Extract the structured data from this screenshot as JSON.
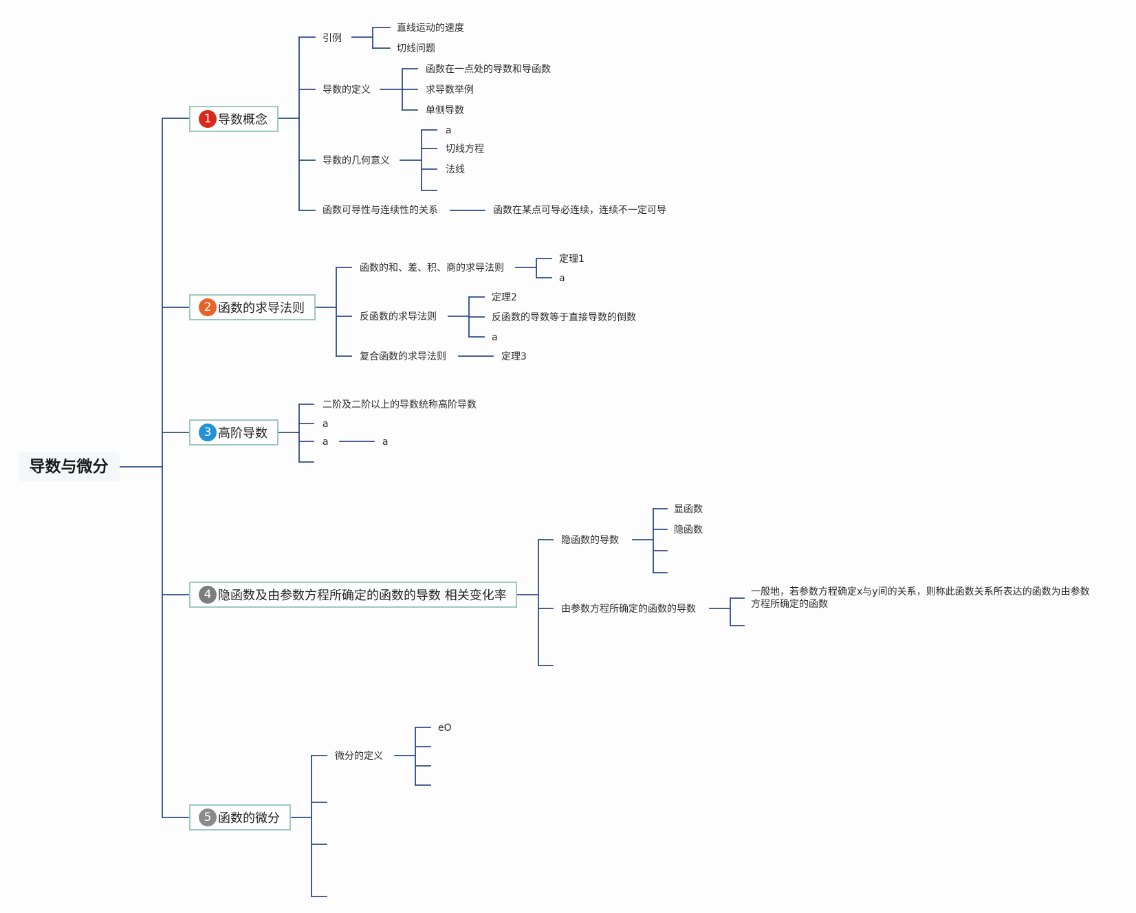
{
  "root": "导数与微分",
  "branches": [
    {
      "number": "1",
      "label": "导数概念",
      "badge_color": "#d9291c",
      "children": [
        {
          "label": "引例",
          "children": [
            "直线运动的速度",
            "切线问题"
          ]
        },
        {
          "label": "导数的定义",
          "children": [
            "函数在一点处的导数和导函数",
            "求导数举例",
            "单侧导数"
          ]
        },
        {
          "label": "导数的几何意义",
          "children": [
            "a",
            "切线方程",
            "法线"
          ]
        },
        {
          "label": "函数可导性与连续性的关系",
          "children": [
            "函数在某点可导必连续，连续不一定可导"
          ]
        }
      ]
    },
    {
      "number": "2",
      "label": "函数的求导法则",
      "badge_color": "#e8632a",
      "children": [
        {
          "label": "函数的和、差、积、商的求导法则",
          "children": [
            "定理1",
            "a"
          ]
        },
        {
          "label": "反函数的求导法则",
          "children": [
            "定理2",
            "反函数的导数等于直接导数的倒数",
            "a"
          ]
        },
        {
          "label": "复合函数的求导法则",
          "children": [
            "定理3"
          ]
        }
      ]
    },
    {
      "number": "3",
      "label": "高阶导数",
      "badge_color": "#2291d6",
      "children": [
        {
          "label": "二阶及二阶以上的导数统称高阶导数"
        },
        {
          "label": "a"
        },
        {
          "label": "a",
          "children": [
            "a"
          ]
        }
      ]
    },
    {
      "number": "4",
      "label": "隐函数及由参数方程所确定的函数的导数 相关变化率",
      "badge_color": "#7d7d7d",
      "children": [
        {
          "label": "隐函数的导数",
          "children": [
            "显函数",
            "隐函数"
          ]
        },
        {
          "label": "由参数方程所确定的函数的导数",
          "children": [
            "一般地，若参数方程确定x与y间的关系，则称此函数关系所表达的函数为由参数方程所确定的函数"
          ]
        }
      ]
    },
    {
      "number": "5",
      "label": "函数的微分",
      "badge_color": "#8a8a8a",
      "children": [
        {
          "label": "微分的定义",
          "children": [
            "eO"
          ]
        }
      ]
    }
  ]
}
